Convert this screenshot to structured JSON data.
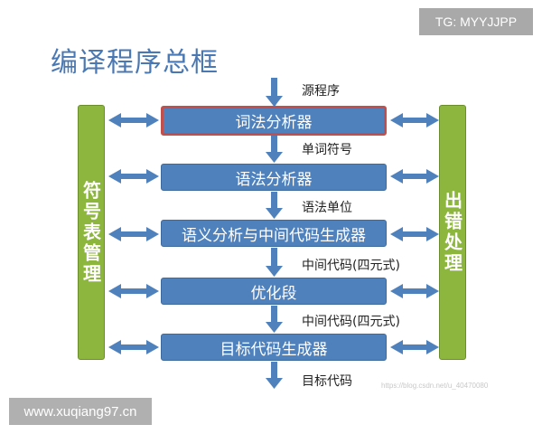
{
  "title": "编译程序总框",
  "tag": "TG: MYYJJPP",
  "website": "www.xuqiang97.cn",
  "watermark": "https://blog.csdn.net/u_40470080",
  "left_panel": "符号表管理",
  "right_panel": "出错处理",
  "stages": [
    {
      "label": "词法分析器",
      "highlighted": true
    },
    {
      "label": "语法分析器",
      "highlighted": false
    },
    {
      "label": "语义分析与中间代码生成器",
      "highlighted": false
    },
    {
      "label": "优化段",
      "highlighted": false
    },
    {
      "label": "目标代码生成器",
      "highlighted": false
    }
  ],
  "flows": [
    "源程序",
    "单词符号",
    "语法单位",
    "中间代码(四元式)",
    "中间代码(四元式)",
    "目标代码"
  ],
  "colors": {
    "box_fill": "#4f81bd",
    "sidebar_fill": "#8db63e",
    "highlight_border": "#c0504d",
    "title": "#4a78b3"
  }
}
